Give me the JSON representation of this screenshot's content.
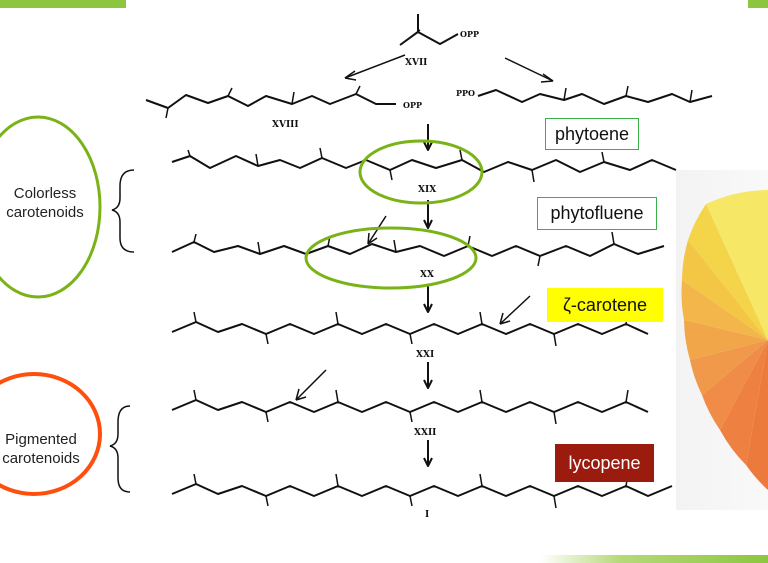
{
  "colors": {
    "green_accent": "#8cc63f",
    "phytoene_border": "#3ab04b",
    "zeta_bg": "#ffff00",
    "lycopene_bg": "#9b1b0f",
    "oval_green": "#7ab317",
    "oval_orange": "#ff4f0f"
  },
  "labels": {
    "phytoene": "phytoene",
    "phytofluene": "phytofluene",
    "zeta": "ζ-carotene",
    "lycopene": "lycopene"
  },
  "groups": {
    "colorless_line1": "Colorless",
    "colorless_line2": "carotenoids",
    "pigmented_line1": "Pigmented",
    "pigmented_line2": "carotenoids"
  },
  "compounds": {
    "xvii": "XVII",
    "xviii": "XVIII",
    "xix": "XIX",
    "xx": "XX",
    "xxi": "XXI",
    "xxii": "XXII",
    "i": "I",
    "opp1": "OPP",
    "opp2": "OPP",
    "ppo": "PPO"
  }
}
